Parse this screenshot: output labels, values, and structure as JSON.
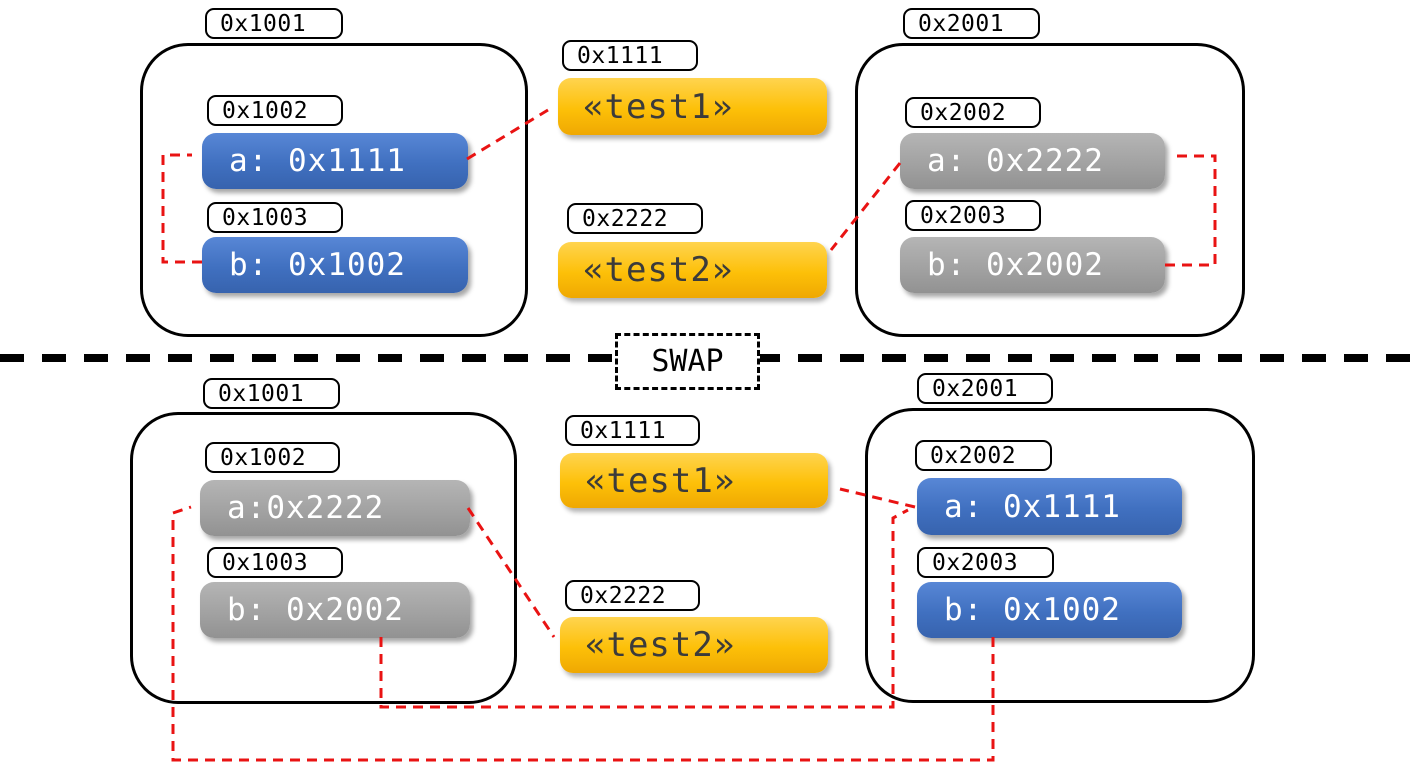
{
  "divider": {
    "label": "SWAP"
  },
  "colors": {
    "pointer_red": "#e91313",
    "var_blue": "#4472c4",
    "var_gray": "#a3a3a3",
    "heap_yellow": "#ffc000",
    "outline_black": "#000000"
  },
  "before": {
    "left_frame": {
      "address": "0x1001",
      "vars": [
        {
          "address": "0x1002",
          "label": "a: 0x1111",
          "style": "blue"
        },
        {
          "address": "0x1003",
          "label": "b: 0x1002",
          "style": "blue"
        }
      ]
    },
    "heap": [
      {
        "address": "0x1111",
        "label": "«test1»"
      },
      {
        "address": "0x2222",
        "label": "«test2»"
      }
    ],
    "right_frame": {
      "address": "0x2001",
      "vars": [
        {
          "address": "0x2002",
          "label": "a: 0x2222",
          "style": "gray"
        },
        {
          "address": "0x2003",
          "label": "b: 0x2002",
          "style": "gray"
        }
      ]
    }
  },
  "after": {
    "left_frame": {
      "address": "0x1001",
      "vars": [
        {
          "address": "0x1002",
          "label": "a:0x2222",
          "style": "gray"
        },
        {
          "address": "0x1003",
          "label": "b: 0x2002",
          "style": "gray"
        }
      ]
    },
    "heap": [
      {
        "address": "0x1111",
        "label": "«test1»"
      },
      {
        "address": "0x2222",
        "label": "«test2»"
      }
    ],
    "right_frame": {
      "address": "0x2001",
      "vars": [
        {
          "address": "0x2002",
          "label": "a: 0x1111",
          "style": "blue"
        },
        {
          "address": "0x2003",
          "label": "b: 0x1002",
          "style": "blue"
        }
      ]
    }
  }
}
